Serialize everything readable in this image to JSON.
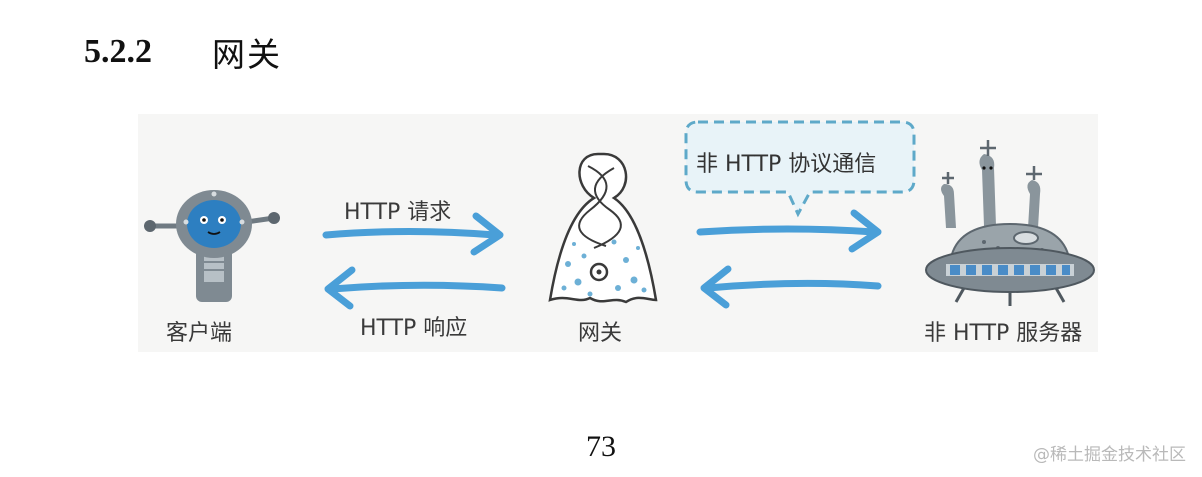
{
  "heading": {
    "number": "5.2.2",
    "title": "网关"
  },
  "diagram": {
    "client_label": "客户端",
    "request_label": "HTTP 请求",
    "response_label": "HTTP 响应",
    "gateway_label": "网关",
    "protocol_bubble": "非 HTTP 协议通信",
    "server_label": "非 HTTP 服务器"
  },
  "colors": {
    "arrow": "#4a9fd8",
    "bubble_border": "#5ea9c9",
    "bubble_fill": "#e8f3f8",
    "robot_body": "#7f8a92",
    "robot_face": "#2d7fc1",
    "gateway_dots": "#6db0d6",
    "ufo_window": "#4a8cc7"
  },
  "icons": {
    "client": "robot-icon",
    "gateway": "twisted-ghost-icon",
    "server": "ufo-aliens-icon"
  },
  "page_number": "73",
  "watermark": "@稀土掘金技术社区"
}
